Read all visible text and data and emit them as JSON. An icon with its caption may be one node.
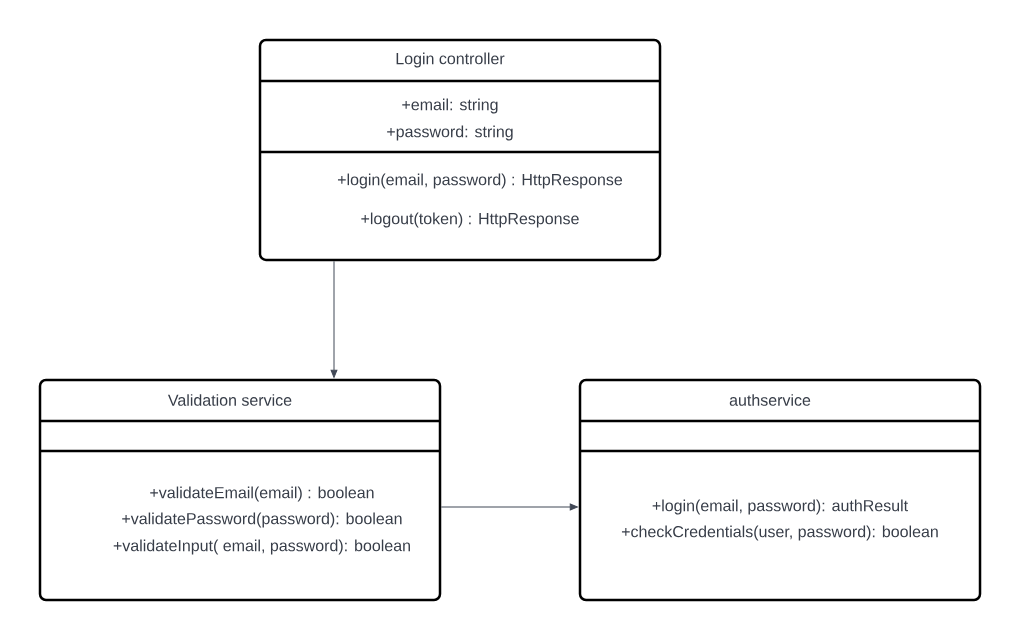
{
  "diagram": {
    "nodes": [
      {
        "text": [
          "Login controller",
          "+email: string",
          "+password: string",
          "+login(email, password) : HttpResponse",
          "+logout(token) : HttpResponse"
        ]
      },
      {
        "text": [
          "Validation service",
          "+validateEmail(email) : boolean",
          "+validatePassword(password): boolean",
          "+validateInput( email, password): boolean"
        ]
      },
      {
        "text": [
          "authservice",
          "+login(email, password): authResult",
          "+checkCredentials(user, password): boolean"
        ]
      }
    ],
    "edges": [
      {
        "from": 0,
        "to": 1,
        "arrow": "to"
      },
      {
        "from": 1,
        "to": 2,
        "arrow": "to"
      }
    ]
  }
}
